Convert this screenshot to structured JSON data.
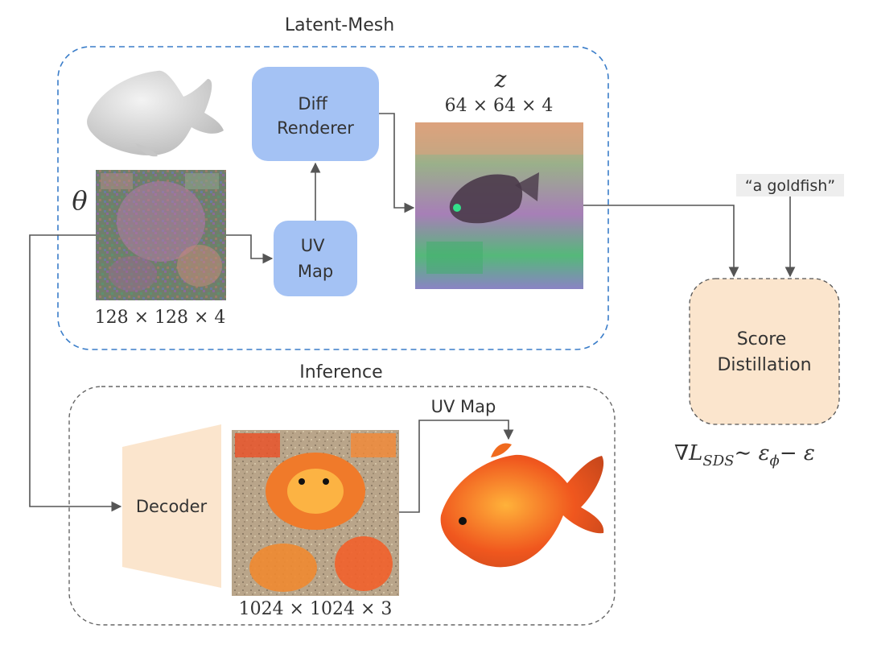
{
  "regions": {
    "latent_mesh": "Latent-Mesh",
    "inference": "Inference"
  },
  "nodes": {
    "diff_renderer": [
      "Diff",
      "Renderer"
    ],
    "uv_map": [
      "UV",
      "Map"
    ],
    "score_distillation": [
      "Score",
      "Distillation"
    ],
    "decoder": "Decoder"
  },
  "labels": {
    "theta": "θ",
    "z": "z",
    "latent_texture_dims": "128 × 128 × 4",
    "latent_render_dims": "64 × 64 × 4",
    "decoded_texture_dims": "1024 × 1024 × 3",
    "uv_map_edge": "UV Map",
    "prompt": "“a goldfish”",
    "sds_grad_main": "∇L",
    "sds_grad_sub": "SDS",
    "sds_grad_rest": "∼ ε",
    "sds_grad_sub2": "ϕ",
    "sds_grad_tail": "− ε"
  },
  "colors": {
    "latent_border": "#3a7dc9",
    "inference_border": "#666666",
    "node_blue": "#a4c2f4",
    "node_orange": "#fbe5cd",
    "arrow": "#555555"
  }
}
